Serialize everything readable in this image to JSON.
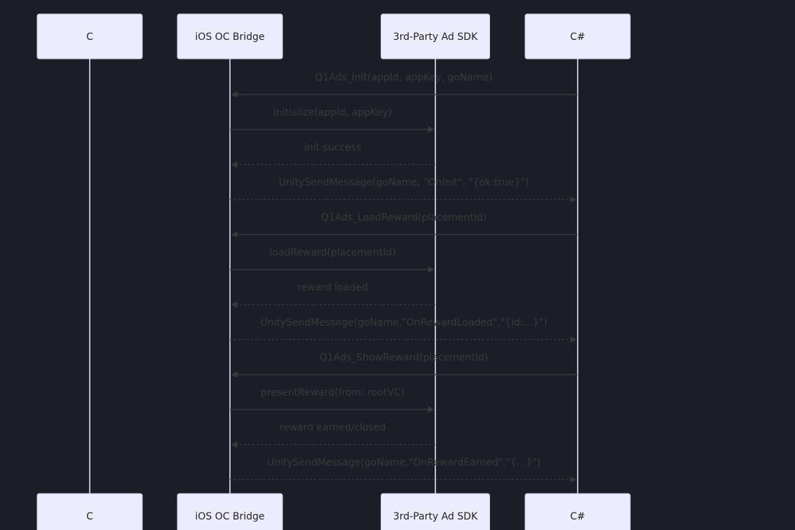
{
  "diagram": {
    "type": "sequence",
    "colors": {
      "background": "#1b1e26",
      "actor_fill": "#ececff",
      "lifeline": "#e6e6ff",
      "message": "#3a3a3a"
    },
    "actors": [
      {
        "id": "c",
        "label": "C"
      },
      {
        "id": "bridge",
        "label": "iOS OC Bridge"
      },
      {
        "id": "sdk",
        "label": "3rd-Party Ad SDK"
      },
      {
        "id": "cs",
        "label": "C#"
      }
    ],
    "messages": [
      {
        "from": "cs",
        "to": "bridge",
        "label": "Q1Ads_Init(appId, appKey, goName)",
        "style": "solid"
      },
      {
        "from": "bridge",
        "to": "sdk",
        "label": "initialize(appId, appKey)",
        "style": "solid"
      },
      {
        "from": "sdk",
        "to": "bridge",
        "label": "init success",
        "style": "dashed"
      },
      {
        "from": "bridge",
        "to": "cs",
        "label": "UnitySendMessage(goName, \"OnInit\", \"{ok:true}\")",
        "style": "dashed"
      },
      {
        "from": "cs",
        "to": "bridge",
        "label": "Q1Ads_LoadReward(placementId)",
        "style": "solid"
      },
      {
        "from": "bridge",
        "to": "sdk",
        "label": "loadReward(placementId)",
        "style": "solid"
      },
      {
        "from": "sdk",
        "to": "bridge",
        "label": "reward loaded",
        "style": "dashed"
      },
      {
        "from": "bridge",
        "to": "cs",
        "label": "UnitySendMessage(goName,\"OnRewardLoaded\",\"{id:...}\")",
        "style": "dashed"
      },
      {
        "from": "cs",
        "to": "bridge",
        "label": "Q1Ads_ShowReward(placementId)",
        "style": "solid"
      },
      {
        "from": "bridge",
        "to": "sdk",
        "label": "presentReward(from: rootVC)",
        "style": "solid"
      },
      {
        "from": "sdk",
        "to": "bridge",
        "label": "reward earned/closed",
        "style": "dashed"
      },
      {
        "from": "bridge",
        "to": "cs",
        "label": "UnitySendMessage(goName,\"OnRewardEarned\",\"{...}\")",
        "style": "dashed"
      }
    ]
  }
}
